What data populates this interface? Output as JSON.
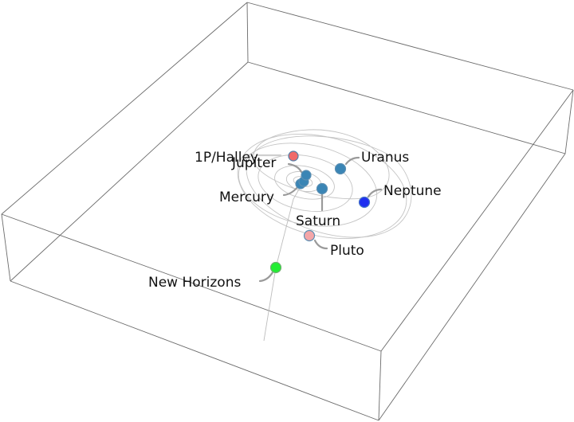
{
  "title": "Solar system orbits with 1P/Halley and New Horizons trajectory",
  "colors": {
    "planet": "#3a85b5",
    "halley": "#f06a6a",
    "neptune": "#1f2ff0",
    "pluto": "#f4a6a8",
    "new_horizons": "#22ee33",
    "box": "#6a6a6a",
    "orbit": "#c4c4c4"
  },
  "bodies": [
    {
      "id": "mercury",
      "label": "Mercury",
      "type": "planet"
    },
    {
      "id": "jupiter",
      "label": "Jupiter",
      "type": "planet"
    },
    {
      "id": "saturn",
      "label": "Saturn",
      "type": "planet"
    },
    {
      "id": "uranus",
      "label": "Uranus",
      "type": "planet"
    },
    {
      "id": "neptune",
      "label": "Neptune",
      "type": "planet"
    },
    {
      "id": "pluto",
      "label": "Pluto",
      "type": "dwarf-planet"
    },
    {
      "id": "halley",
      "label": "1P/Halley",
      "type": "comet"
    },
    {
      "id": "new-horizons",
      "label": "New Horizons",
      "type": "spacecraft"
    }
  ]
}
